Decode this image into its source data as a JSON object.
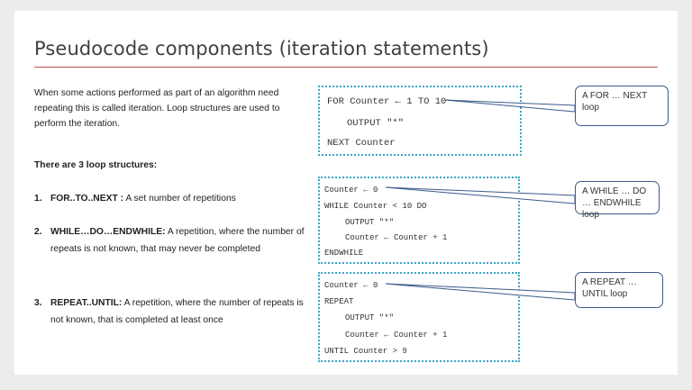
{
  "slide": {
    "title": "Pseudocode components (iteration statements)",
    "intro": "When some actions performed as part of an algorithm need repeating this is called iteration. Loop structures are used to perform the iteration.",
    "loops_heading": "There are 3 loop structures:",
    "items": [
      {
        "num": "1.",
        "name": "FOR..TO..NEXT :",
        "desc": " A set number of repetitions"
      },
      {
        "num": "2.",
        "name": "WHILE…DO…ENDWHILE:",
        "desc": " A repetition, where the number of repeats is not known, that may never be completed"
      },
      {
        "num": "3.",
        "name": "REPEAT..UNTIL:",
        "desc": " A repetition, where the number of repeats is not known, that is completed at least once"
      }
    ]
  },
  "code": {
    "for_loop": [
      "FOR Counter ← 1 TO 10",
      "OUTPUT \"*\"",
      "NEXT Counter"
    ],
    "while_loop": [
      "Counter ← 0",
      "WHILE Counter < 10 DO",
      "OUTPUT \"*\"",
      "Counter ← Counter + 1",
      "ENDWHILE"
    ],
    "repeat_loop": [
      "Counter ← 0",
      "REPEAT",
      "OUTPUT \"*\"",
      "Counter ← Counter + 1",
      "UNTIL Counter > 9"
    ]
  },
  "callouts": {
    "for_loop": "A FOR … NEXT loop",
    "while_loop": "A WHILE … DO … ENDWHILE loop",
    "repeat_loop": "A REPEAT … UNTIL loop"
  },
  "colors": {
    "title_rule": "#c0504d",
    "code_border": "#3aa6c9",
    "callout_border": "#3b5a8a"
  }
}
